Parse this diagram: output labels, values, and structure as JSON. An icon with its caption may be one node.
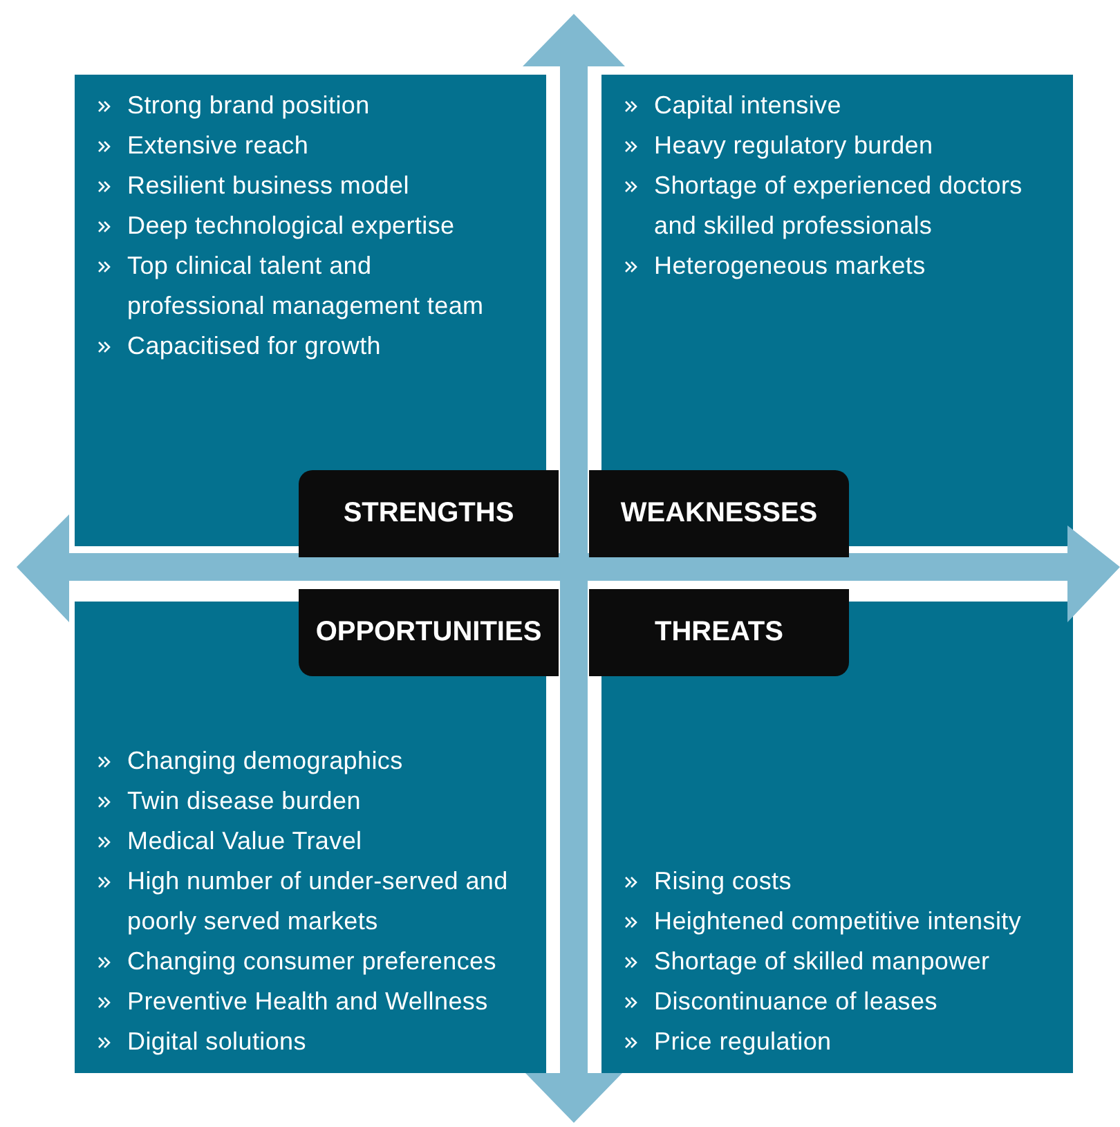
{
  "diagram": {
    "nodes": [
      {
        "text": [
          "Strong brand position",
          "Extensive reach",
          "Resilient business model",
          "Deep technological expertise",
          "Top clinical talent and professional management team",
          "Capacitised for growth",
          "STRENGTHS"
        ]
      },
      {
        "text": [
          "Capital intensive",
          "Heavy regulatory burden",
          "Shortage of experienced doctors and skilled professionals",
          "Heterogeneous markets",
          "WEAKNESSES"
        ]
      },
      {
        "text": [
          "OPPORTUNITIES",
          "Changing demographics",
          "Twin disease burden",
          "Medical Value Travel",
          "High number of under-served and poorly served markets",
          "Changing consumer preferences",
          "Preventive Health and Wellness",
          "Digital solutions"
        ]
      },
      {
        "text": [
          "THREATS",
          "Rising costs",
          "Heightened competitive intensity",
          "Shortage of skilled manpower",
          "Discontinuance of leases",
          "Price regulation"
        ]
      }
    ],
    "edges": []
  }
}
